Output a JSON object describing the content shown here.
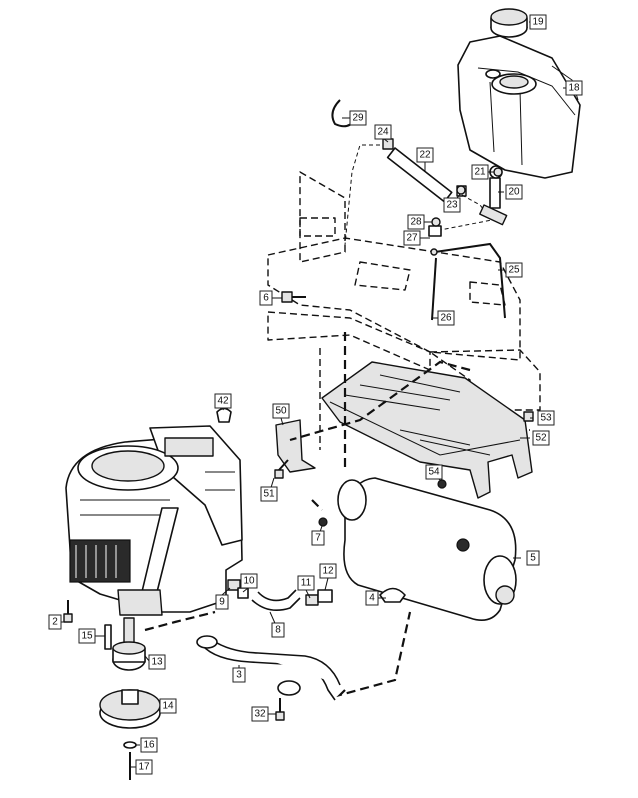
{
  "diagram": {
    "callouts": [
      {
        "number": "2"
      },
      {
        "number": "3"
      },
      {
        "number": "4"
      },
      {
        "number": "5"
      },
      {
        "number": "6"
      },
      {
        "number": "7"
      },
      {
        "number": "8"
      },
      {
        "number": "9"
      },
      {
        "number": "10"
      },
      {
        "number": "11"
      },
      {
        "number": "12"
      },
      {
        "number": "13"
      },
      {
        "number": "14"
      },
      {
        "number": "15"
      },
      {
        "number": "16"
      },
      {
        "number": "17"
      },
      {
        "number": "18"
      },
      {
        "number": "19"
      },
      {
        "number": "20"
      },
      {
        "number": "21"
      },
      {
        "number": "22"
      },
      {
        "number": "23"
      },
      {
        "number": "24"
      },
      {
        "number": "25"
      },
      {
        "number": "26"
      },
      {
        "number": "27"
      },
      {
        "number": "28"
      },
      {
        "number": "29"
      },
      {
        "number": "32"
      },
      {
        "number": "42"
      },
      {
        "number": "50"
      },
      {
        "number": "51"
      },
      {
        "number": "52"
      },
      {
        "number": "53"
      },
      {
        "number": "54"
      }
    ]
  }
}
